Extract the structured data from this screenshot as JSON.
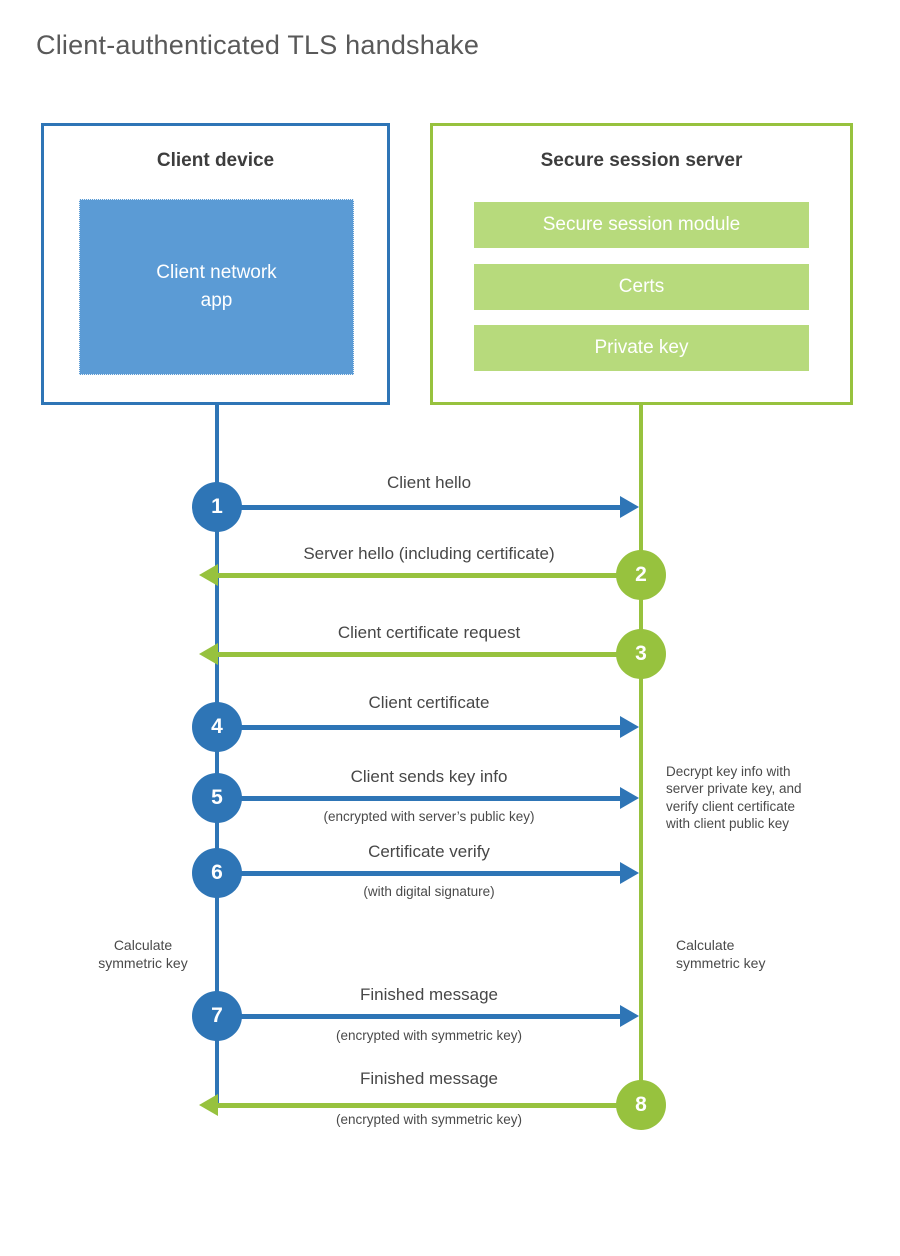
{
  "page": {
    "title": "Client-authenticated TLS handshake"
  },
  "client_box": {
    "title": "Client device",
    "app": "Client network\napp"
  },
  "server_box": {
    "title": "Secure session server",
    "modules": [
      "Secure session module",
      "Certs",
      "Private key"
    ]
  },
  "messages": [
    {
      "step": "1",
      "label": "Client hello",
      "sub": "",
      "direction": "right",
      "color": "blue"
    },
    {
      "step": "2",
      "label": "Server hello (including certificate)",
      "sub": "",
      "direction": "left",
      "color": "green"
    },
    {
      "step": "3",
      "label": "Client certificate request",
      "sub": "",
      "direction": "left",
      "color": "green"
    },
    {
      "step": "4",
      "label": "Client certificate",
      "sub": "",
      "direction": "right",
      "color": "blue"
    },
    {
      "step": "5",
      "label": "Client sends key info",
      "sub": "(encrypted with server’s public key)",
      "direction": "right",
      "color": "blue"
    },
    {
      "step": "6",
      "label": "Certificate verify",
      "sub": "(with digital signature)",
      "direction": "right",
      "color": "blue"
    },
    {
      "step": "7",
      "label": "Finished message",
      "sub": "(encrypted with symmetric key)",
      "direction": "right",
      "color": "blue"
    },
    {
      "step": "8",
      "label": "Finished message",
      "sub": "(encrypted with symmetric key)",
      "direction": "left",
      "color": "green"
    }
  ],
  "annotations": {
    "decrypt_note": "Decrypt key info with\nserver private key, and\nverify client certificate\nwith client public key",
    "calc_left": "Calculate\nsymmetric key",
    "calc_right": "Calculate\nsymmetric key"
  },
  "colors": {
    "blue_accent": "#2e75b6",
    "blue_fill": "#5b9bd5",
    "green_accent": "#97c23e",
    "green_fill": "#b7da7c"
  }
}
